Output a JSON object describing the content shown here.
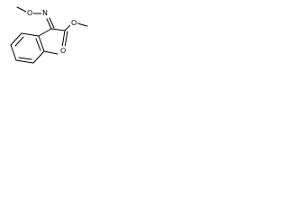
{
  "molecule": {
    "atoms": {
      "methoxy_oxygen": "O",
      "oxime_nitrogen": "N",
      "carbonyl_oxygen": "O",
      "ester_oxygen": "O"
    },
    "colors": {
      "bond": "#000000",
      "label": "#000000",
      "background": "#ffffff"
    }
  }
}
